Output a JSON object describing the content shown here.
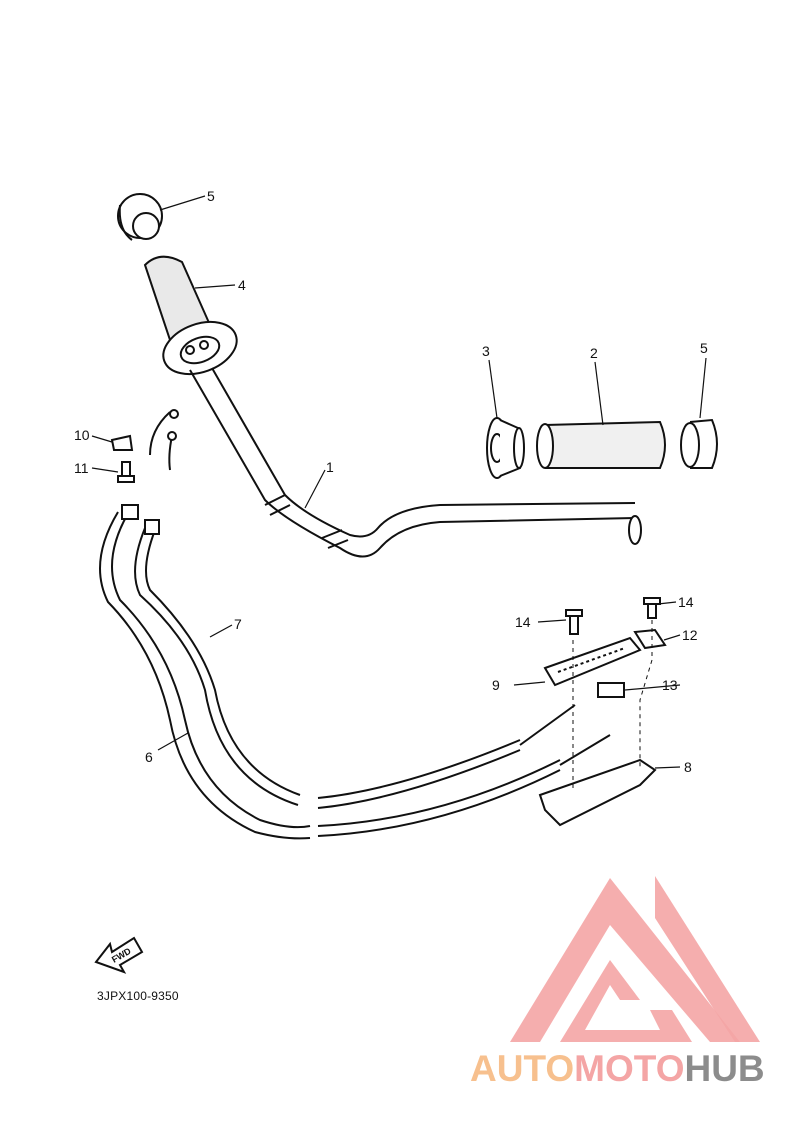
{
  "diagram": {
    "part_code": "3JPX100-9350",
    "direction_label": "FWD",
    "callouts": [
      {
        "id": "c1",
        "label": "1"
      },
      {
        "id": "c2",
        "label": "2"
      },
      {
        "id": "c3",
        "label": "3"
      },
      {
        "id": "c4",
        "label": "4"
      },
      {
        "id": "c5a",
        "label": "5"
      },
      {
        "id": "c5b",
        "label": "5"
      },
      {
        "id": "c6",
        "label": "6"
      },
      {
        "id": "c7",
        "label": "7"
      },
      {
        "id": "c8",
        "label": "8"
      },
      {
        "id": "c9",
        "label": "9"
      },
      {
        "id": "c10",
        "label": "10"
      },
      {
        "id": "c11",
        "label": "11"
      },
      {
        "id": "c12",
        "label": "12"
      },
      {
        "id": "c13",
        "label": "13"
      },
      {
        "id": "c14a",
        "label": "14"
      },
      {
        "id": "c14b",
        "label": "14"
      }
    ]
  },
  "watermark": {
    "brand_part1": "AUTO",
    "brand_part2": "MOTO",
    "brand_part3": "HUB",
    "colors": {
      "triangle": "#f4a5a5",
      "auto": "#f7c08e",
      "moto": "#f4a5a5",
      "hub": "#8c8c8c"
    }
  }
}
